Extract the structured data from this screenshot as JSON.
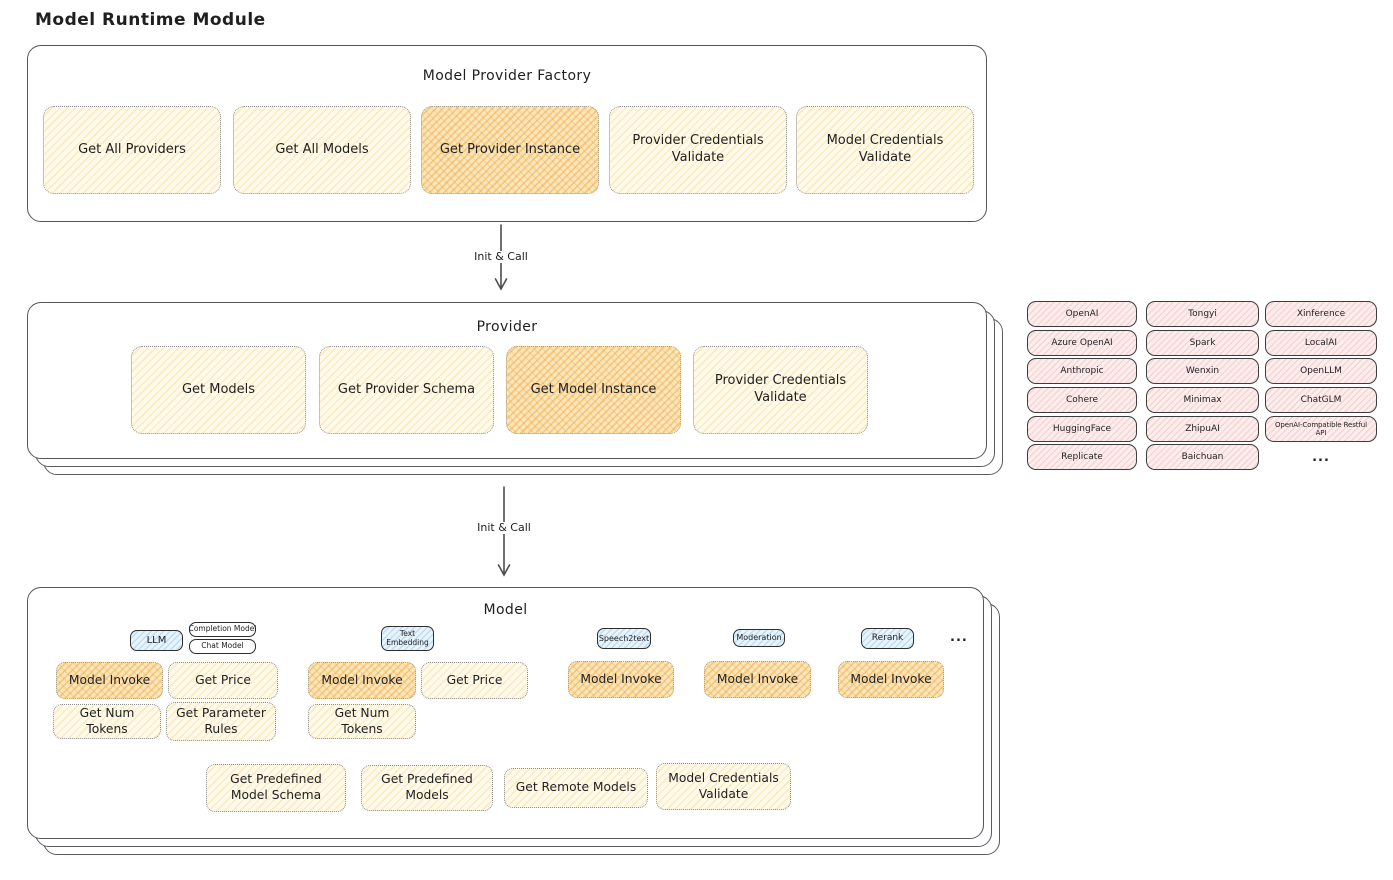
{
  "title": "Model Runtime Module",
  "colors": {
    "yellow": "#fffaec",
    "yellow_hl": "#fbe7bd",
    "blue": "#e8f4fc",
    "pink": "#fdeeee"
  },
  "factory": {
    "title": "Model Provider Factory",
    "buttons": [
      {
        "label": "Get All Providers"
      },
      {
        "label": "Get All Models"
      },
      {
        "label": "Get Provider Instance"
      },
      {
        "label": "Provider Credentials Validate"
      },
      {
        "label": "Model Credentials Validate"
      }
    ]
  },
  "arrow1": {
    "label": "Init & Call"
  },
  "arrow2": {
    "label": "Init & Call"
  },
  "provider": {
    "title": "Provider",
    "buttons": [
      {
        "label": "Get Models"
      },
      {
        "label": "Get Provider Schema"
      },
      {
        "label": "Get Model Instance"
      },
      {
        "label": "Provider Credentials Validate"
      }
    ]
  },
  "provider_list": {
    "items": [
      "OpenAI",
      "Tongyi",
      "Xinference",
      "Azure OpenAI",
      "Spark",
      "LocalAI",
      "Anthropic",
      "Wenxin",
      "OpenLLM",
      "Cohere",
      "Minimax",
      "ChatGLM",
      "HuggingFace",
      "ZhipuAI",
      "OpenAI-Compatible Restful API",
      "Replicate",
      "Baichuan"
    ],
    "more": "..."
  },
  "model": {
    "title": "Model",
    "type_tags": {
      "llm": "LLM",
      "completion": "Completion Model",
      "chat": "Chat Model",
      "text_embedding": "Text Embedding",
      "speech2text": "Speech2text",
      "moderation": "Moderation",
      "rerank": "Rerank",
      "more": "..."
    },
    "llm_ops": [
      "Model Invoke",
      "Get Price",
      "Get Num Tokens",
      "Get Parameter Rules"
    ],
    "text_embedding_ops": [
      "Model Invoke",
      "Get Price",
      "Get Num Tokens"
    ],
    "speech2text_ops": [
      "Model Invoke"
    ],
    "moderation_ops": [
      "Model Invoke"
    ],
    "rerank_ops": [
      "Model Invoke"
    ],
    "common_ops": [
      "Get Predefined Model Schema",
      "Get Predefined Models",
      "Get Remote Models",
      "Model Credentials Validate"
    ]
  }
}
